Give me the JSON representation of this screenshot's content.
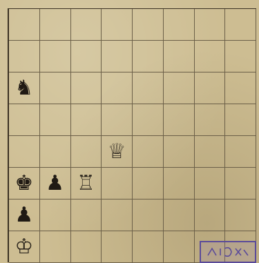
{
  "board": {
    "rows": 8,
    "cols": 8,
    "pieces": [
      {
        "square": "a6",
        "glyph": "♞",
        "name": "black-knight-icon",
        "color": "black"
      },
      {
        "square": "d4",
        "glyph": "♕",
        "name": "white-queen-icon",
        "color": "white"
      },
      {
        "square": "a3",
        "glyph": "♚",
        "name": "black-king-icon",
        "color": "black"
      },
      {
        "square": "b3",
        "glyph": "♟",
        "name": "black-pawn-icon",
        "color": "black"
      },
      {
        "square": "c3",
        "glyph": "♖",
        "name": "white-rook-icon",
        "color": "white"
      },
      {
        "square": "a2",
        "glyph": "♟",
        "name": "black-pawn-icon",
        "color": "black"
      },
      {
        "square": "a1",
        "glyph": "♔",
        "name": "white-king-icon",
        "color": "white"
      }
    ]
  },
  "stamp": {
    "icon": "stamp-icon"
  },
  "colors": {
    "paper": "#cdbd92",
    "grid": "#6b5f48",
    "ink": "#201a14",
    "stamp": "#5a4a9a"
  }
}
